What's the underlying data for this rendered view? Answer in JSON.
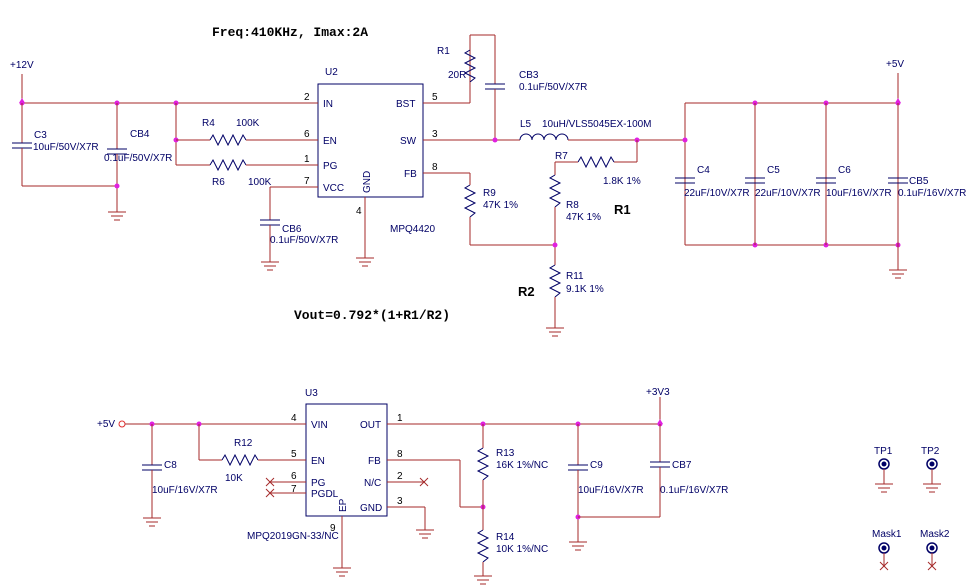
{
  "annotations": {
    "freq": "Freq:410KHz, Imax:2A",
    "vout": "Vout=0.792*(1+R1/R2)",
    "r1_label": "R1",
    "r2_label": "R2"
  },
  "rails": {
    "v12": "+12V",
    "v5_top": "+5V",
    "v5_bottom": "+5V",
    "v3v3": "+3V3"
  },
  "u2": {
    "ref": "U2",
    "part": "MPQ4420",
    "pins": [
      {
        "num": "2",
        "name": "IN"
      },
      {
        "num": "6",
        "name": "EN"
      },
      {
        "num": "1",
        "name": "PG"
      },
      {
        "num": "7",
        "name": "VCC"
      },
      {
        "num": "5",
        "name": "BST"
      },
      {
        "num": "3",
        "name": "SW"
      },
      {
        "num": "8",
        "name": "FB"
      },
      {
        "num": "4",
        "name": "GND"
      }
    ]
  },
  "u3": {
    "ref": "U3",
    "part": "MPQ2019GN-33/NC",
    "pins": [
      {
        "num": "4",
        "name": "VIN"
      },
      {
        "num": "5",
        "name": "EN"
      },
      {
        "num": "6",
        "name": "PG"
      },
      {
        "num": "7",
        "name": "PGDL"
      },
      {
        "num": "1",
        "name": "OUT"
      },
      {
        "num": "8",
        "name": "FB"
      },
      {
        "num": "2",
        "name": "N/C"
      },
      {
        "num": "3",
        "name": "GND"
      },
      {
        "num": "9",
        "name": "EP"
      }
    ]
  },
  "components": {
    "C3": {
      "ref": "C3",
      "value": "10uF/50V/X7R"
    },
    "CB4": {
      "ref": "CB4",
      "value": "0.1uF/50V/X7R"
    },
    "R4": {
      "ref": "R4",
      "value": "100K"
    },
    "R6": {
      "ref": "R6",
      "value": "100K"
    },
    "CB6": {
      "ref": "CB6",
      "value": "0.1uF/50V/X7R"
    },
    "R1": {
      "ref": "R1",
      "value": "20R"
    },
    "CB3": {
      "ref": "CB3",
      "value": "0.1uF/50V/X7R"
    },
    "L5": {
      "ref": "L5",
      "value": "10uH/VLS5045EX-100M"
    },
    "R7": {
      "ref": "R7",
      "value": "1.8K 1%"
    },
    "R9": {
      "ref": "R9",
      "value": "47K 1%"
    },
    "R8": {
      "ref": "R8",
      "value": "47K 1%"
    },
    "R11": {
      "ref": "R11",
      "value": "9.1K 1%"
    },
    "C4": {
      "ref": "C4",
      "value": "22uF/10V/X7R"
    },
    "C5": {
      "ref": "C5",
      "value": "22uF/10V/X7R"
    },
    "C6": {
      "ref": "C6",
      "value": "10uF/16V/X7R"
    },
    "CB5": {
      "ref": "CB5",
      "value": "0.1uF/16V/X7R"
    },
    "C8": {
      "ref": "C8",
      "value": "10uF/16V/X7R"
    },
    "R12": {
      "ref": "R12",
      "value": "10K"
    },
    "R13": {
      "ref": "R13",
      "value": "16K 1%/NC"
    },
    "R14": {
      "ref": "R14",
      "value": "10K 1%/NC"
    },
    "C9": {
      "ref": "C9",
      "value": "10uF/16V/X7R"
    },
    "CB7": {
      "ref": "CB7",
      "value": "0.1uF/16V/X7R"
    }
  },
  "testpoints": {
    "tp1": "TP1",
    "tp2": "TP2",
    "mask1": "Mask1",
    "mask2": "Mask2"
  }
}
